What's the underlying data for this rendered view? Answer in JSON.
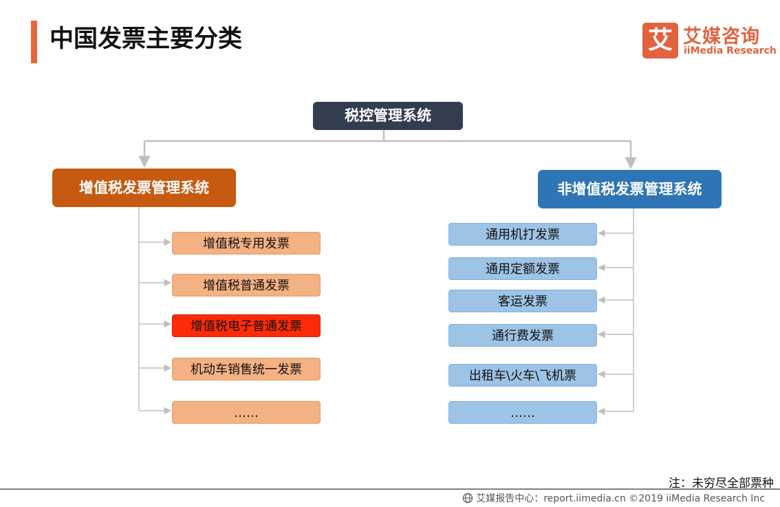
{
  "header": {
    "title": "中国发票主要分类",
    "accent_color": "#e8673a"
  },
  "logo": {
    "mark": "艾",
    "name_cn": "艾媒咨询",
    "name_en": "iiMedia Research",
    "color": "#e2623f"
  },
  "diagram": {
    "root": "税控管理系统",
    "left": {
      "title": "增值税发票管理系统",
      "color": "#c65a11",
      "items": [
        {
          "label": "增值税专用发票",
          "highlight": false
        },
        {
          "label": "增值税普通发票",
          "highlight": false
        },
        {
          "label": "增值税电子普通发票",
          "highlight": true
        },
        {
          "label": "机动车销售统一发票",
          "highlight": false
        },
        {
          "label": "……",
          "highlight": false
        }
      ]
    },
    "right": {
      "title": "非增值税发票管理系统",
      "color": "#2e75b6",
      "items": [
        {
          "label": "通用机打发票"
        },
        {
          "label": "通用定额发票"
        },
        {
          "label": "客运发票"
        },
        {
          "label": "通行费发票"
        },
        {
          "label": "出租车\\火车\\飞机票"
        },
        {
          "label": "……"
        }
      ]
    }
  },
  "note": "注：未穷尽全部票种",
  "footer": {
    "source": "艾媒报告中心：report.iimedia.cn ©2019  iiMedia Research  Inc",
    "icon": "globe-icon"
  }
}
